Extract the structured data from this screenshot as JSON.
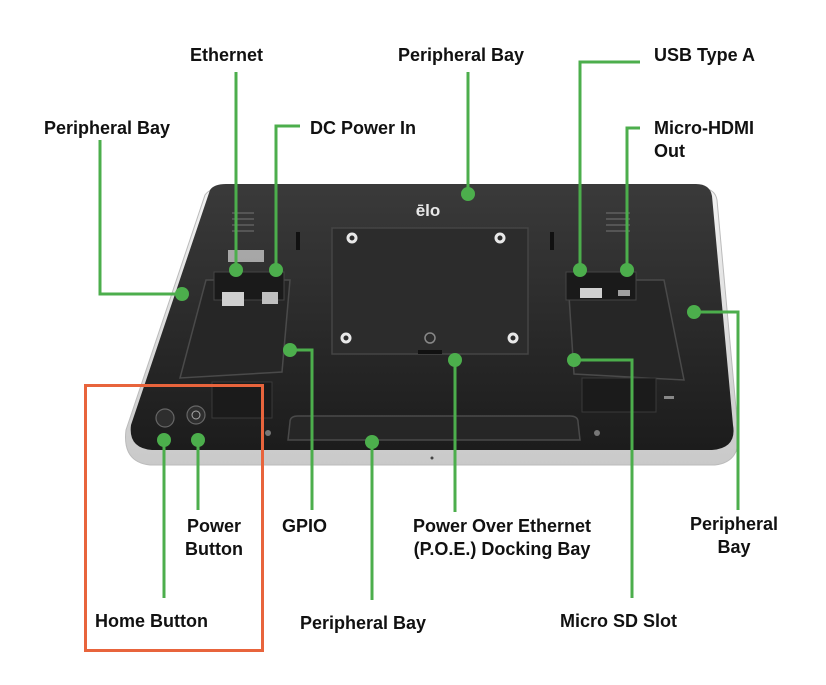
{
  "brand_logo": "ēlo",
  "colors": {
    "callout": "#4cae4c",
    "highlight": "#e8643c",
    "device_body": "#232323",
    "device_rim": "#dcdcdc"
  },
  "labels": {
    "ethernet": "Ethernet",
    "peripheral_bay_top": "Peripheral Bay",
    "usb_type_a": "USB Type A",
    "peripheral_bay_left": "Peripheral Bay",
    "dc_power_in": "DC Power In",
    "micro_hdmi_out_line1": "Micro-HDMI",
    "micro_hdmi_out_line2": "Out",
    "power_button_line1": "Power",
    "power_button_line2": "Button",
    "gpio": "GPIO",
    "poe_line1": "Power Over Ethernet",
    "poe_line2": "(P.O.E.) Docking Bay",
    "peripheral_bay_right_line1": "Peripheral",
    "peripheral_bay_right_line2": "Bay",
    "home_button": "Home Button",
    "peripheral_bay_bottom": "Peripheral Bay",
    "micro_sd_slot": "Micro SD Slot"
  }
}
